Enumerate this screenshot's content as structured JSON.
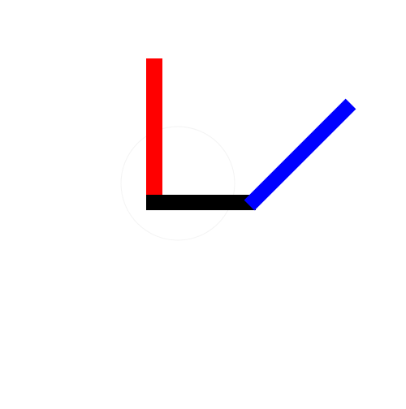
{
  "background": "#ffffff",
  "segments": [
    {
      "name": "red-bar",
      "color": "#ff0000"
    },
    {
      "name": "black-bar",
      "color": "#000000"
    },
    {
      "name": "blue-bar",
      "color": "#0000ff"
    }
  ],
  "faint_circle": {
    "color": "#f3f3f3"
  }
}
